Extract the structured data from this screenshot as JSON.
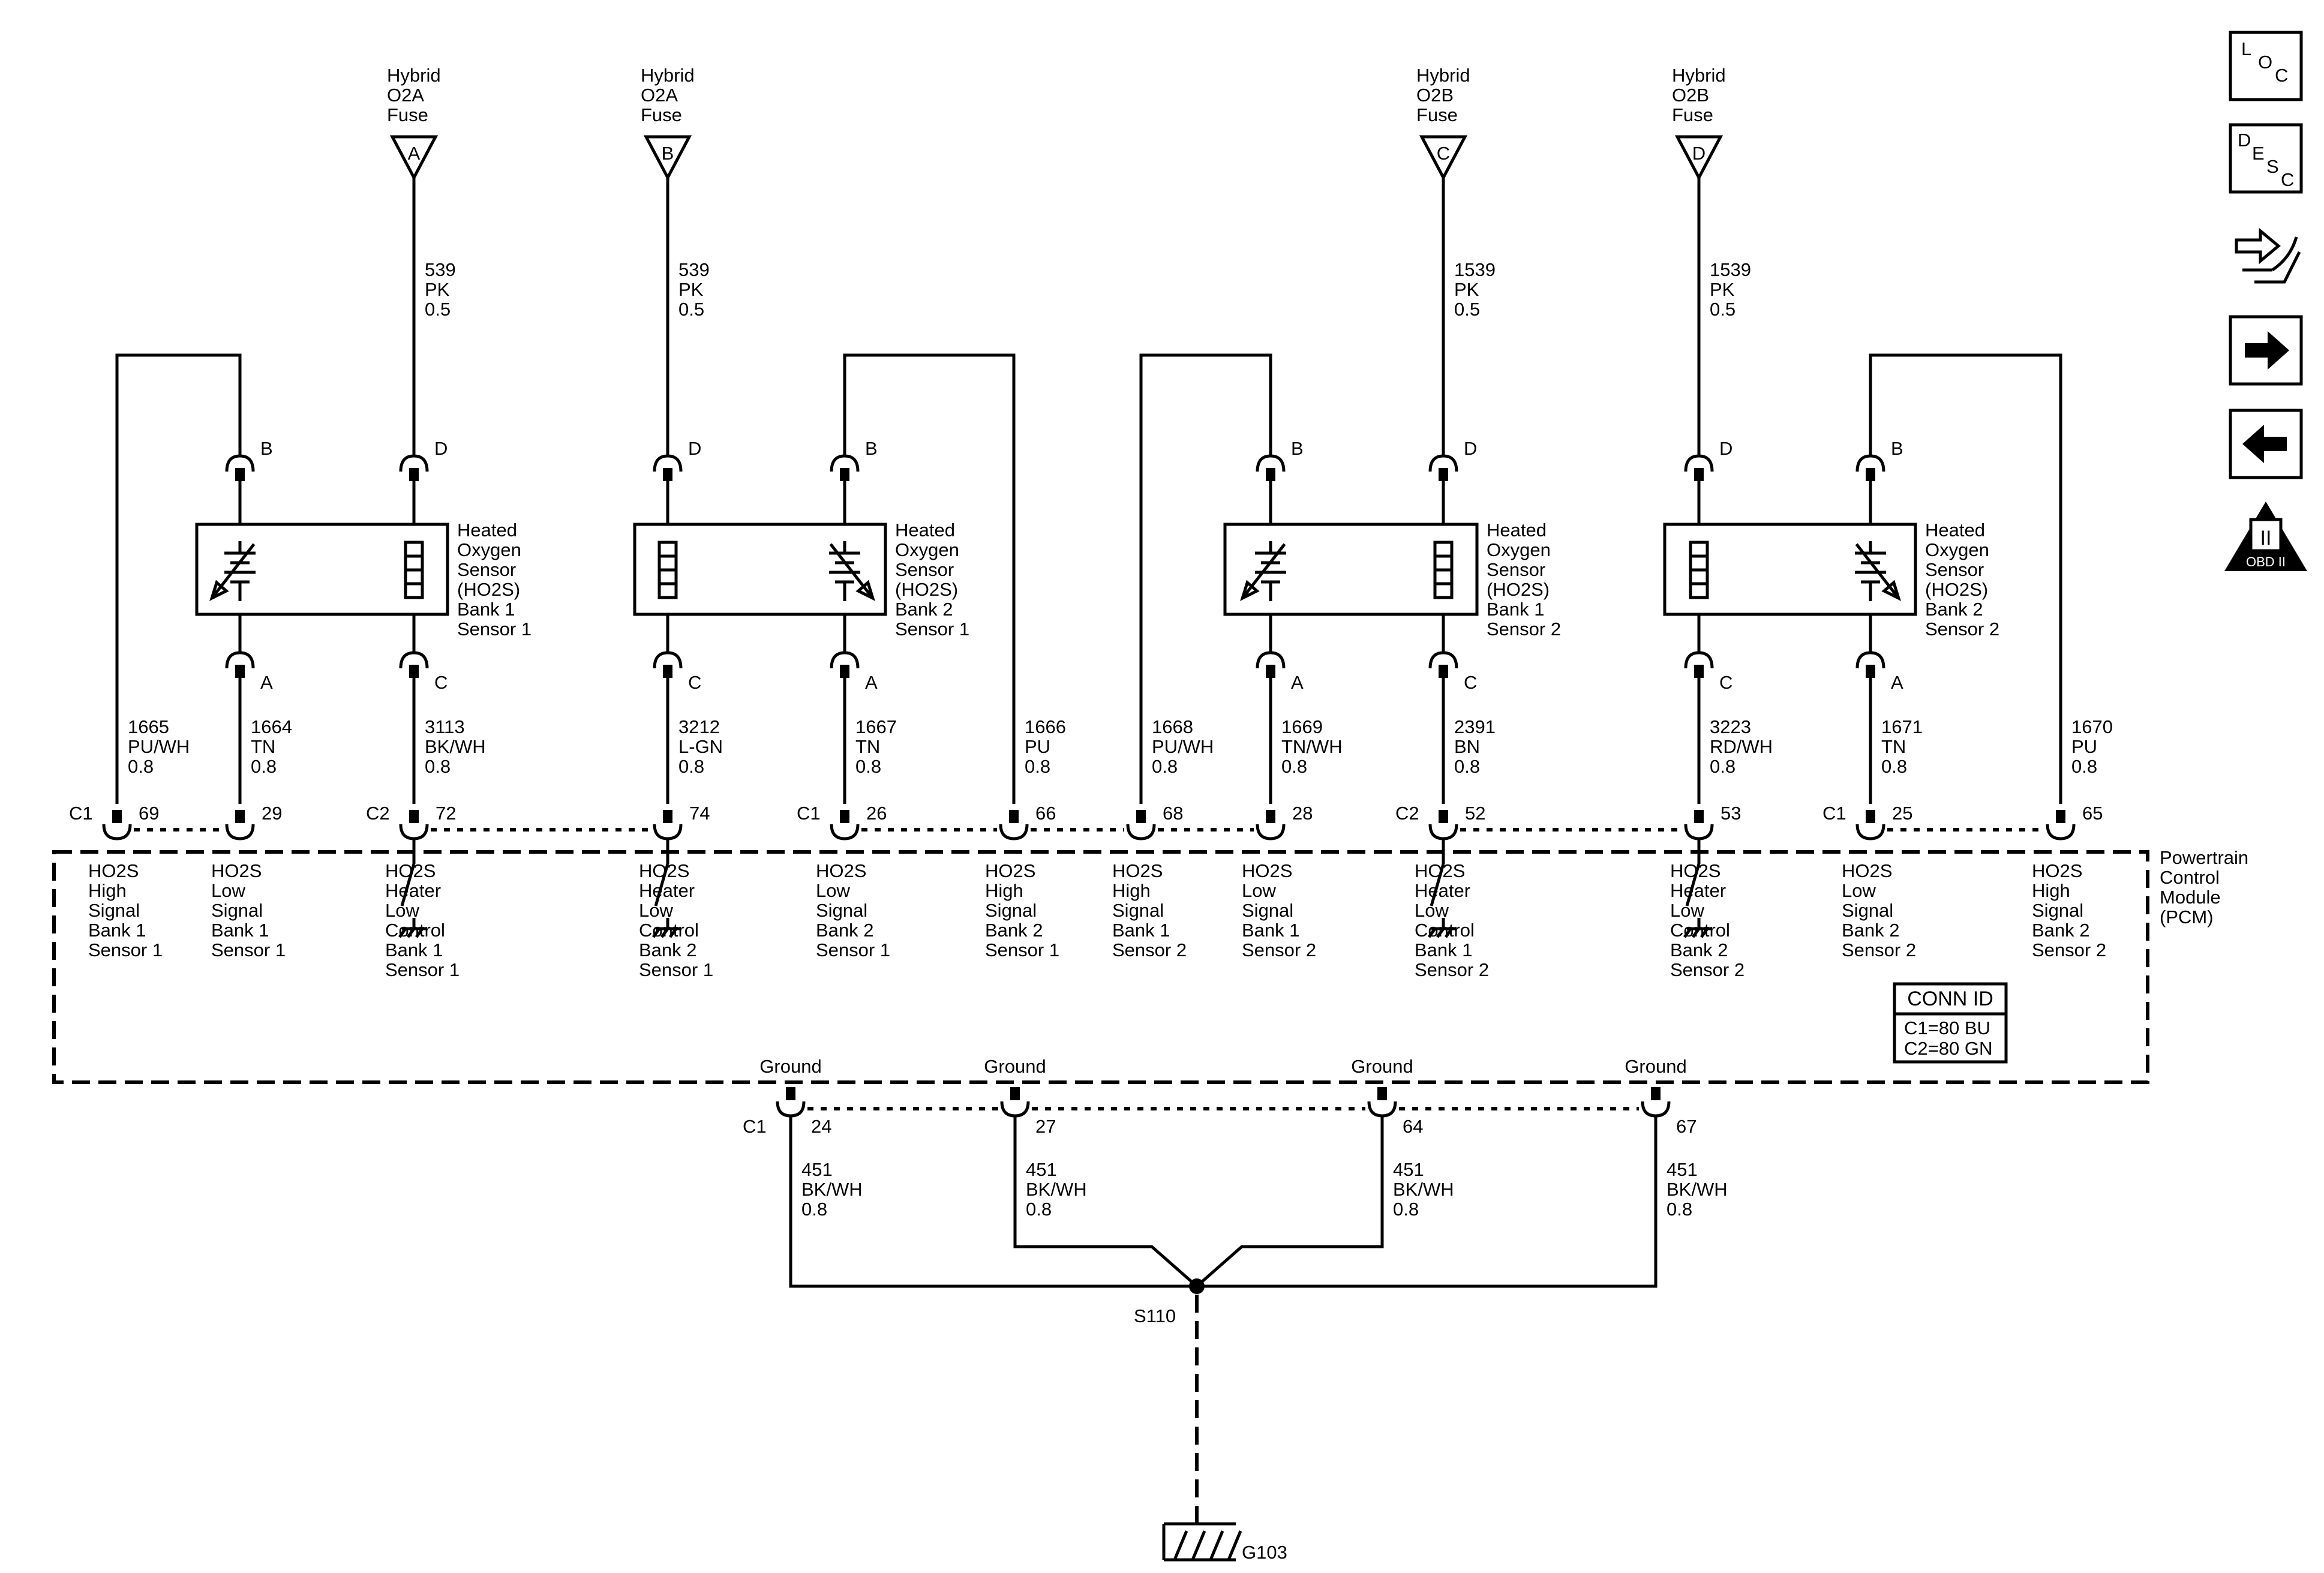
{
  "fuses": [
    {
      "lines": [
        "Hybrid",
        "O2A",
        "Fuse"
      ],
      "letter": "A",
      "wire": [
        "539",
        "PK",
        "0.5"
      ]
    },
    {
      "lines": [
        "Hybrid",
        "O2A",
        "Fuse"
      ],
      "letter": "B",
      "wire": [
        "539",
        "PK",
        "0.5"
      ]
    },
    {
      "lines": [
        "Hybrid",
        "O2B",
        "Fuse"
      ],
      "letter": "C",
      "wire": [
        "1539",
        "PK",
        "0.5"
      ]
    },
    {
      "lines": [
        "Hybrid",
        "O2B",
        "Fuse"
      ],
      "letter": "D",
      "wire": [
        "1539",
        "PK",
        "0.5"
      ]
    }
  ],
  "sensors": [
    {
      "lines": [
        "Heated",
        "Oxygen",
        "Sensor",
        "(HO2S)",
        "Bank 1",
        "Sensor 1"
      ],
      "top_pins": [
        "B",
        "D"
      ],
      "bottom_pins": [
        "A",
        "C"
      ]
    },
    {
      "lines": [
        "Heated",
        "Oxygen",
        "Sensor",
        "(HO2S)",
        "Bank 2",
        "Sensor 1"
      ],
      "top_pins": [
        "D",
        "B"
      ],
      "bottom_pins": [
        "C",
        "A"
      ]
    },
    {
      "lines": [
        "Heated",
        "Oxygen",
        "Sensor",
        "(HO2S)",
        "Bank 1",
        "Sensor 2"
      ],
      "top_pins": [
        "B",
        "D"
      ],
      "bottom_pins": [
        "A",
        "C"
      ]
    },
    {
      "lines": [
        "Heated",
        "Oxygen",
        "Sensor",
        "(HO2S)",
        "Bank 2",
        "Sensor 2"
      ],
      "top_pins": [
        "D",
        "B"
      ],
      "bottom_pins": [
        "C",
        "A"
      ]
    }
  ],
  "pcm_wires": [
    {
      "wire": [
        "1665",
        "PU/WH",
        "0.8"
      ],
      "connector": "C1",
      "pin": "69",
      "label": [
        "HO2S",
        "High",
        "Signal",
        "Bank 1",
        "Sensor 1"
      ]
    },
    {
      "wire": [
        "1664",
        "TN",
        "0.8"
      ],
      "connector": "",
      "pin": "29",
      "label": [
        "HO2S",
        "Low",
        "Signal",
        "Bank 1",
        "Sensor 1"
      ]
    },
    {
      "wire": [
        "3113",
        "BK/WH",
        "0.8"
      ],
      "connector": "C2",
      "pin": "72",
      "label": [
        "HO2S",
        "Heater",
        "Low",
        "Control",
        "Bank 1",
        "Sensor 1"
      ]
    },
    {
      "wire": [
        "3212",
        "L-GN",
        "0.8"
      ],
      "connector": "",
      "pin": "74",
      "label": [
        "HO2S",
        "Heater",
        "Low",
        "Control",
        "Bank 2",
        "Sensor 1"
      ]
    },
    {
      "wire": [
        "1667",
        "TN",
        "0.8"
      ],
      "connector": "C1",
      "pin": "26",
      "label": [
        "HO2S",
        "Low",
        "Signal",
        "Bank 2",
        "Sensor 1"
      ]
    },
    {
      "wire": [
        "1666",
        "PU",
        "0.8"
      ],
      "connector": "",
      "pin": "66",
      "label": [
        "HO2S",
        "High",
        "Signal",
        "Bank 2",
        "Sensor 1"
      ]
    },
    {
      "wire": [
        "1668",
        "PU/WH",
        "0.8"
      ],
      "connector": "",
      "pin": "68",
      "label": [
        "HO2S",
        "High",
        "Signal",
        "Bank 1",
        "Sensor 2"
      ]
    },
    {
      "wire": [
        "1669",
        "TN/WH",
        "0.8"
      ],
      "connector": "",
      "pin": "28",
      "label": [
        "HO2S",
        "Low",
        "Signal",
        "Bank 1",
        "Sensor 2"
      ]
    },
    {
      "wire": [
        "2391",
        "BN",
        "0.8"
      ],
      "connector": "C2",
      "pin": "52",
      "label": [
        "HO2S",
        "Heater",
        "Low",
        "Control",
        "Bank 1",
        "Sensor 2"
      ]
    },
    {
      "wire": [
        "3223",
        "RD/WH",
        "0.8"
      ],
      "connector": "",
      "pin": "53",
      "label": [
        "HO2S",
        "Heater",
        "Low",
        "Control",
        "Bank 2",
        "Sensor 2"
      ]
    },
    {
      "wire": [
        "1671",
        "TN",
        "0.8"
      ],
      "connector": "C1",
      "pin": "25",
      "label": [
        "HO2S",
        "Low",
        "Signal",
        "Bank 2",
        "Sensor 2"
      ]
    },
    {
      "wire": [
        "1670",
        "PU",
        "0.8"
      ],
      "connector": "",
      "pin": "65",
      "label": [
        "HO2S",
        "High",
        "Signal",
        "Bank 2",
        "Sensor 2"
      ]
    }
  ],
  "pcm": {
    "label": [
      "Powertrain",
      "Control",
      "Module",
      "(PCM)"
    ],
    "conn_id": {
      "title": "CONN ID",
      "rows": [
        "C1=80 BU",
        "C2=80 GN"
      ]
    }
  },
  "grounds": [
    {
      "label": "Ground",
      "connector": "C1",
      "pin": "24",
      "wire": [
        "451",
        "BK/WH",
        "0.8"
      ]
    },
    {
      "label": "Ground",
      "connector": "",
      "pin": "27",
      "wire": [
        "451",
        "BK/WH",
        "0.8"
      ]
    },
    {
      "label": "Ground",
      "connector": "",
      "pin": "64",
      "wire": [
        "451",
        "BK/WH",
        "0.8"
      ]
    },
    {
      "label": "Ground",
      "connector": "",
      "pin": "67",
      "wire": [
        "451",
        "BK/WH",
        "0.8"
      ]
    }
  ],
  "splice": "S110",
  "ground_point": "G103",
  "nav_icons": [
    {
      "name": "loc-icon",
      "letters": [
        "L",
        "O",
        "C"
      ]
    },
    {
      "name": "desc-icon",
      "letters": [
        "D",
        "E",
        "S",
        "C"
      ]
    },
    {
      "name": "connector-tool-icon"
    },
    {
      "name": "next-arrow-icon"
    },
    {
      "name": "previous-arrow-icon"
    },
    {
      "name": "obd-ii-icon",
      "roman": "II",
      "caption": "OBD II"
    }
  ]
}
